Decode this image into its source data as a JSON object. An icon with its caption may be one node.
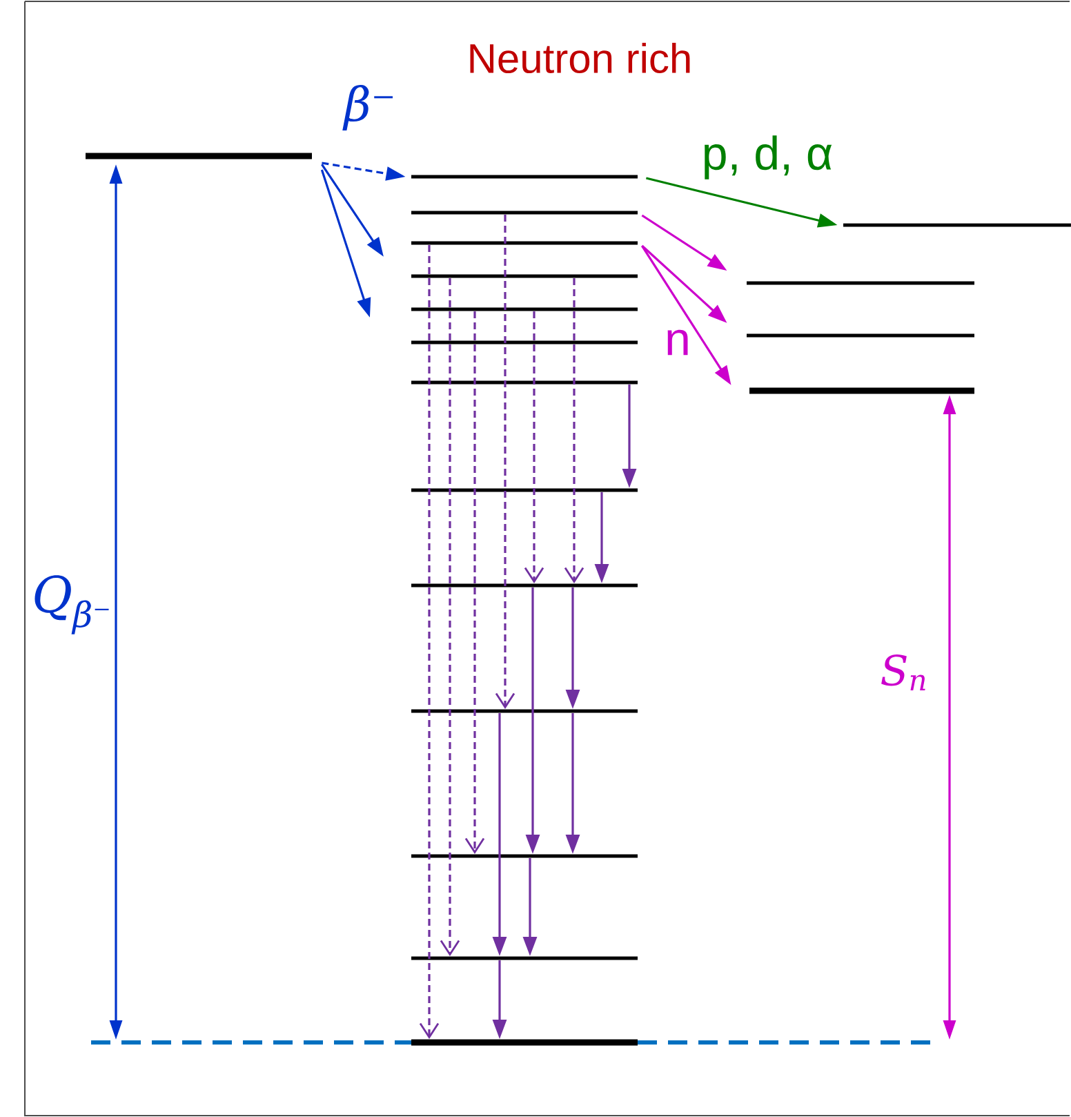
{
  "diagram": {
    "title": "Neutron rich",
    "nodes": [
      {
        "text": [],
        "shape": "bar"
      },
      {
        "text": [],
        "shape": "bar"
      },
      {
        "text": [],
        "shape": "bar"
      },
      {
        "text": [],
        "shape": "bar"
      },
      {
        "text": [],
        "shape": "bar"
      },
      {
        "text": [],
        "shape": "bar"
      },
      {
        "text": [],
        "shape": "bar"
      },
      {
        "text": [],
        "shape": "bar"
      },
      {
        "text": [],
        "shape": "bar"
      },
      {
        "text": [],
        "shape": "bar"
      },
      {
        "text": [],
        "shape": "bar"
      },
      {
        "text": [],
        "shape": "bar"
      },
      {
        "text": [],
        "shape": "bar"
      },
      {
        "text": [],
        "shape": "bar"
      },
      {
        "text": [],
        "shape": "bar"
      },
      {
        "text": [],
        "shape": "bar"
      },
      {
        "text": [],
        "shape": "bar"
      },
      {
        "text": [],
        "shape": "bar"
      }
    ],
    "edges": [
      {
        "from": 0,
        "to": 1,
        "arrow": "to",
        "style": "dashed",
        "color": "#0033cc"
      },
      {
        "from": 0,
        "to": null,
        "arrow": "to",
        "color": "#0033cc"
      },
      {
        "from": 0,
        "to": null,
        "arrow": "to",
        "color": "#0033cc"
      },
      {
        "from": 1,
        "to": 14,
        "arrow": "to",
        "color": "#008000"
      },
      {
        "from": 2,
        "to": 15,
        "arrow": "to",
        "color": "#cc00cc"
      },
      {
        "from": 3,
        "to": 16,
        "arrow": "to",
        "color": "#cc00cc"
      },
      {
        "from": 3,
        "to": 17,
        "arrow": "to",
        "color": "#cc00cc"
      },
      {
        "from": 3,
        "to": 13,
        "arrow": "to",
        "style": "dashed"
      },
      {
        "from": 4,
        "to": 12,
        "arrow": "to",
        "style": "dashed"
      },
      {
        "from": 5,
        "to": 11,
        "arrow": "to",
        "style": "dashed"
      },
      {
        "from": 2,
        "to": 10,
        "arrow": "to",
        "style": "dashed"
      },
      {
        "from": 5,
        "to": 9,
        "arrow": "to",
        "style": "dashed"
      },
      {
        "from": 4,
        "to": 9,
        "arrow": "to",
        "style": "dashed"
      },
      {
        "from": 7,
        "to": 8,
        "arrow": "to"
      },
      {
        "from": 8,
        "to": 9,
        "arrow": "to"
      },
      {
        "from": 9,
        "to": 10,
        "arrow": "to"
      },
      {
        "from": 9,
        "to": 11,
        "arrow": "to"
      },
      {
        "from": 10,
        "to": 11,
        "arrow": "to"
      },
      {
        "from": 10,
        "to": 12,
        "arrow": "to"
      },
      {
        "from": 11,
        "to": 12,
        "arrow": "to"
      },
      {
        "from": 12,
        "to": 13,
        "arrow": "to"
      }
    ],
    "labels": [
      "β⁻",
      "p, d, α",
      "n",
      "Q$_{β⁻}$",
      "S$_{n}$"
    ]
  }
}
